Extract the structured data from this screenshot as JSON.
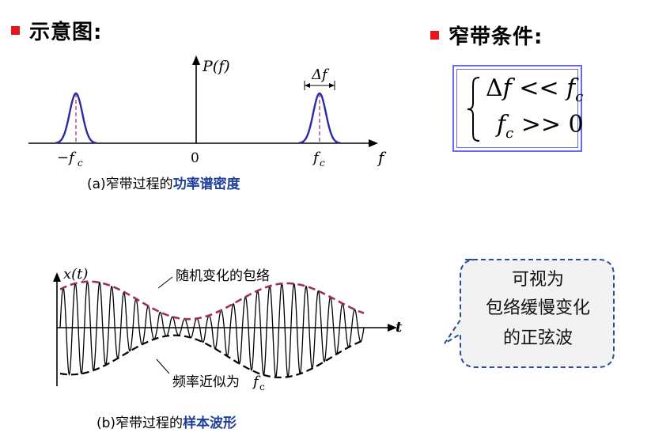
{
  "headings": {
    "left": "示意图:",
    "right": "窄带条件:"
  },
  "colors": {
    "bullet": "#e8161a",
    "highlight": "#1f3f9a",
    "curve": "#2a2aa8",
    "envelope": "#a0305a",
    "box_border": "#6a6ae6",
    "callout_border": "#2a4a9a",
    "callout_fill": "#f2f2f2"
  },
  "figure_a": {
    "y_label": "P(f)",
    "x_label": "f",
    "tick_neg": "−f",
    "tick_zero": "0",
    "tick_pos": "f",
    "sub_c": "c",
    "bandwidth_label": "Δf",
    "caption_prefix": "(a)窄带过程的",
    "caption_highlight": "功率谱密度"
  },
  "figure_b": {
    "y_label": "x(t)",
    "t_label": "t",
    "envelope_note": "随机变化的包络",
    "freq_note": "频率近似为",
    "freq_symbol": "f",
    "freq_sub": "c",
    "caption_prefix": "(b)窄带过程的",
    "caption_highlight": "样本波形"
  },
  "conditions": {
    "line1_delta": "Δ",
    "line1_f": "f",
    "line1_op": " << ",
    "line1_rhs": "f",
    "line1_rhs_sub": "c",
    "line2_f": "f",
    "line2_sub": "c",
    "line2_op": " >> 0"
  },
  "callout": {
    "lines": [
      "可视为",
      "包络缓慢变化",
      "的正弦波"
    ]
  }
}
